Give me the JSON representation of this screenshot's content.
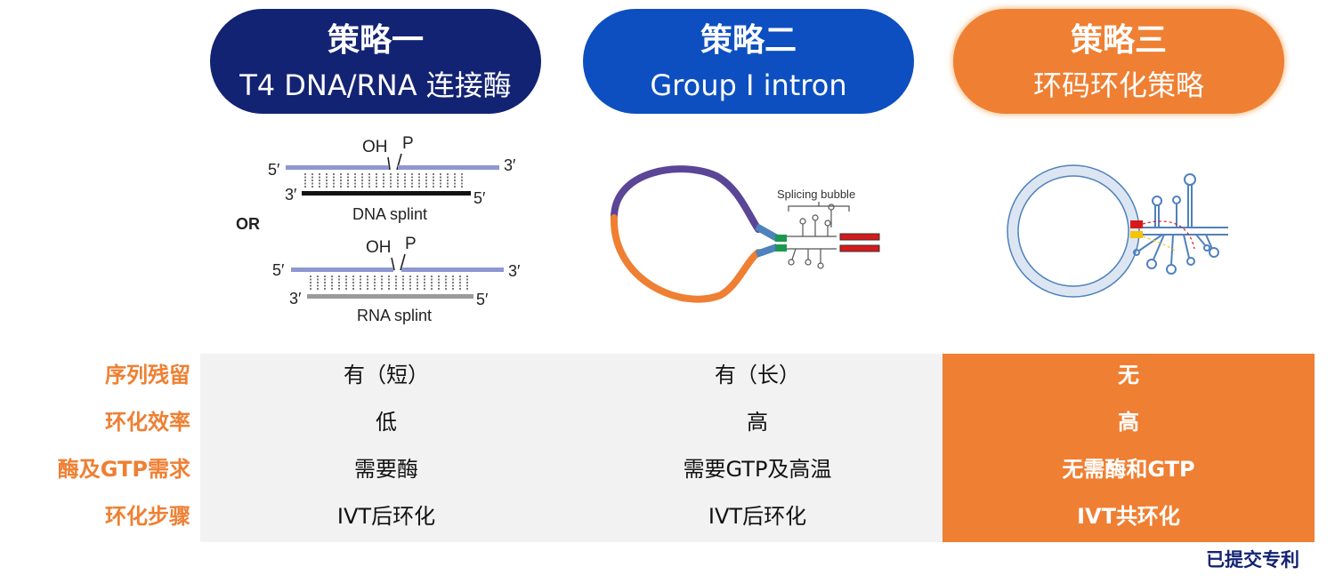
{
  "strategies": [
    {
      "title": "策略一",
      "subtitle": "T4 DNA/RNA 连接酶",
      "color": "#132373"
    },
    {
      "title": "策略二",
      "subtitle": "Group I intron",
      "color": "#0d4fc0"
    },
    {
      "title": "策略三",
      "subtitle": "环码环化策略",
      "color": "#ef7f32"
    }
  ],
  "diagram1": {
    "oh": "OH",
    "p": "P",
    "five_prime": "5′",
    "three_prime": "3′",
    "or_label": "OR",
    "dna_splint": "DNA splint",
    "rna_splint": "RNA splint"
  },
  "diagram2": {
    "splicing_bubble": "Splicing bubble"
  },
  "table": {
    "rows": [
      {
        "label": "序列残留",
        "values": [
          "有（短）",
          "有（长）",
          "无"
        ]
      },
      {
        "label": "环化效率",
        "values": [
          "低",
          "高",
          "高"
        ]
      },
      {
        "label": "酶及GTP需求",
        "values": [
          "需要酶",
          "需要GTP及高温",
          "无需酶和GTP"
        ]
      },
      {
        "label": "环化步骤",
        "values": [
          "IVT后环化",
          "IVT后环化",
          "IVT共环化"
        ]
      }
    ]
  },
  "footer": {
    "patent": "已提交专利"
  },
  "colors": {
    "navy": "#132373",
    "blue": "#0d4fc0",
    "orange": "#ef7f32",
    "table_bg": "#f2f2f2"
  }
}
